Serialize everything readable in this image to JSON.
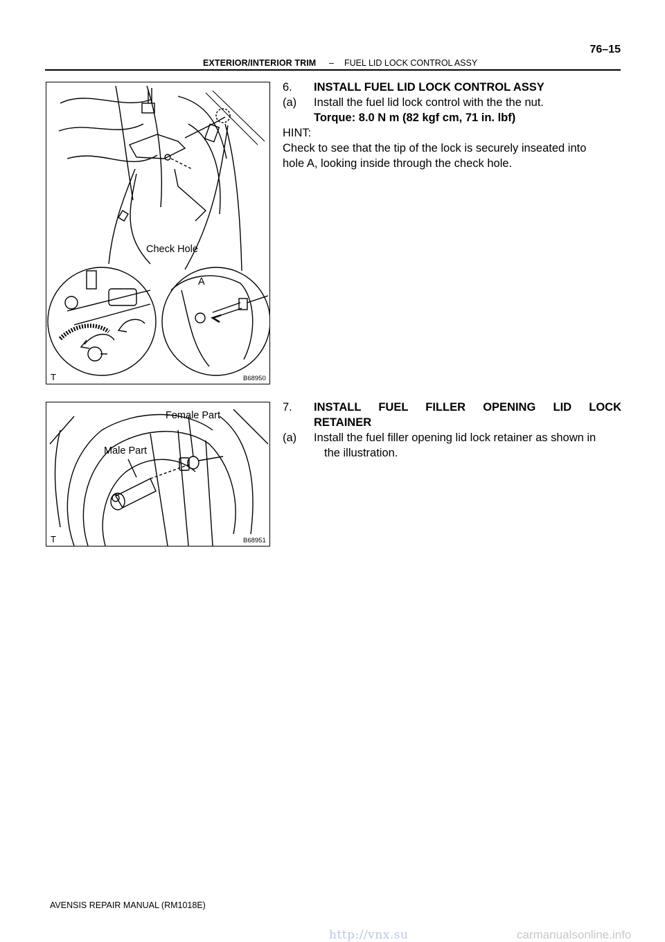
{
  "header": {
    "section": "EXTERIOR/INTERIOR TRIM",
    "dash": "–",
    "title": "FUEL LID LOCK CONTROL ASSY",
    "page": "76–15"
  },
  "figure1": {
    "code": "B68950",
    "corner_mark": "T",
    "label_check_hole": "Check Hole",
    "label_a": "A"
  },
  "figure2": {
    "code": "B68951",
    "corner_mark": "T",
    "label_female": "Female Part",
    "label_male": "Male Part"
  },
  "step6": {
    "number": "6.",
    "title": "INSTALL FUEL LID LOCK CONTROL ASSY",
    "sub_a_marker": "(a)",
    "sub_a_text": "Install the fuel lid lock control with the the nut.",
    "torque": "Torque: 8.0 N m (82 kgf cm, 71 in. lbf)",
    "hint_label": "HINT:",
    "hint_line1": "Check to see that the tip of the lock is securely inseated into",
    "hint_line2": "hole A, looking inside through the check hole."
  },
  "step7": {
    "number": "7.",
    "title_line1": "INSTALL FUEL FILLER OPENING LID LOCK",
    "title_line2": "RETAINER",
    "sub_a_marker": "(a)",
    "sub_a_line1": "Install the fuel filler opening lid lock retainer as shown in",
    "sub_a_line2": "the illustration."
  },
  "footer": {
    "manual": "AVENSIS REPAIR MANUAL   (RM1018E)"
  },
  "watermarks": {
    "left": "http://vnx.su",
    "right": "carmanualsonline.info"
  }
}
